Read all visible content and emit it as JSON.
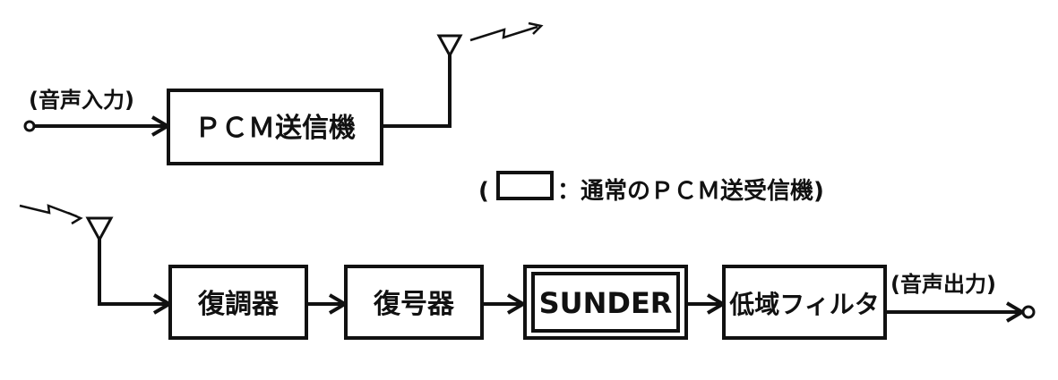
{
  "input_label": "(音声入力)",
  "output_label": "(音声出力)",
  "transmitter": {
    "label": "ＰＣＭ送信機"
  },
  "legend": {
    "open_paren": "(",
    "text": "：通常のＰＣＭ送受信機)"
  },
  "receiver_chain": [
    {
      "label": "復調器"
    },
    {
      "label": "復号器"
    },
    {
      "label": "SUNDER"
    },
    {
      "label": "低域フィルタ"
    }
  ],
  "colors": {
    "ink": "#111111",
    "background": "#ffffff"
  }
}
